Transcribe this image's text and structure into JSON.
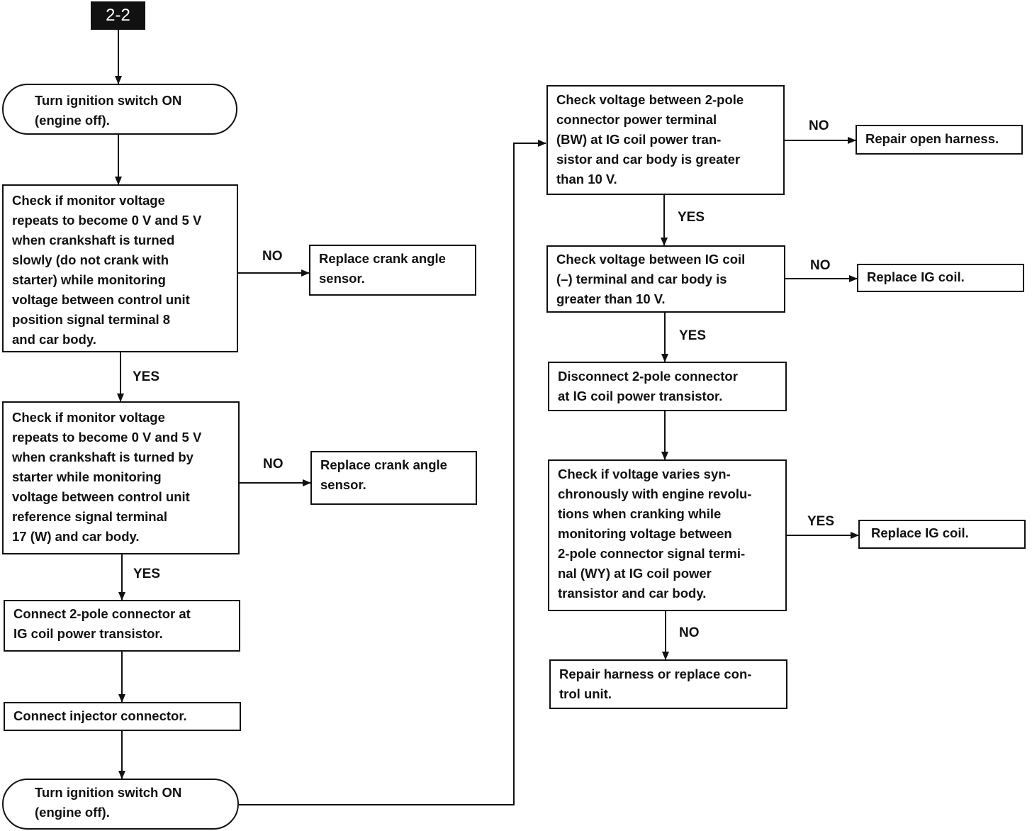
{
  "start_tag": "2-2",
  "steps": {
    "s1": "Turn ignition switch ON\n(engine off).",
    "s2": "Check if monitor voltage\nrepeats to become 0 V and 5 V\nwhen crankshaft is turned\nslowly (do not crank with\nstarter) while monitoring\nvoltage between control unit\nposition signal terminal 8\nand car body.",
    "r1": "Replace crank angle\nsensor.",
    "s3": "Check if monitor voltage\nrepeats to become 0 V and 5 V\nwhen crankshaft is turned by\nstarter while monitoring\nvoltage between control unit\nreference signal terminal\n17 (W) and car body.",
    "r2": "Replace crank angle\nsensor.",
    "s4": "Connect 2-pole connector at\nIG coil power transistor.",
    "s5": "Connect injector connector.",
    "s6": "Turn ignition switch ON\n(engine off).",
    "c1": "Check voltage between 2-pole\nconnector power terminal\n(BW) at IG coil power tran-\nsistor and car body is greater\nthan 10 V.",
    "rc1": "Repair open harness.",
    "c2": "Check voltage between IG coil\n(–) terminal and car body is\ngreater than 10 V.",
    "rc2": "Replace IG coil.",
    "c3": "Disconnect 2-pole connector\nat IG coil power transistor.",
    "c4": "Check if voltage varies syn-\nchronously with engine revolu-\ntions when cranking while\nmonitoring voltage between\n2-pole connector signal termi-\nnal (WY) at IG coil power\ntransistor and car body.",
    "rc4": "Replace IG coil.",
    "c5": "Repair harness or replace con-\ntrol unit."
  },
  "labels": {
    "s2_no": "NO",
    "s2_yes": "YES",
    "s3_no": "NO",
    "s3_yes": "YES",
    "c1_no": "NO",
    "c1_yes": "YES",
    "c2_no": "NO",
    "c2_yes": "YES",
    "c4_yes": "YES",
    "c4_no": "NO"
  }
}
